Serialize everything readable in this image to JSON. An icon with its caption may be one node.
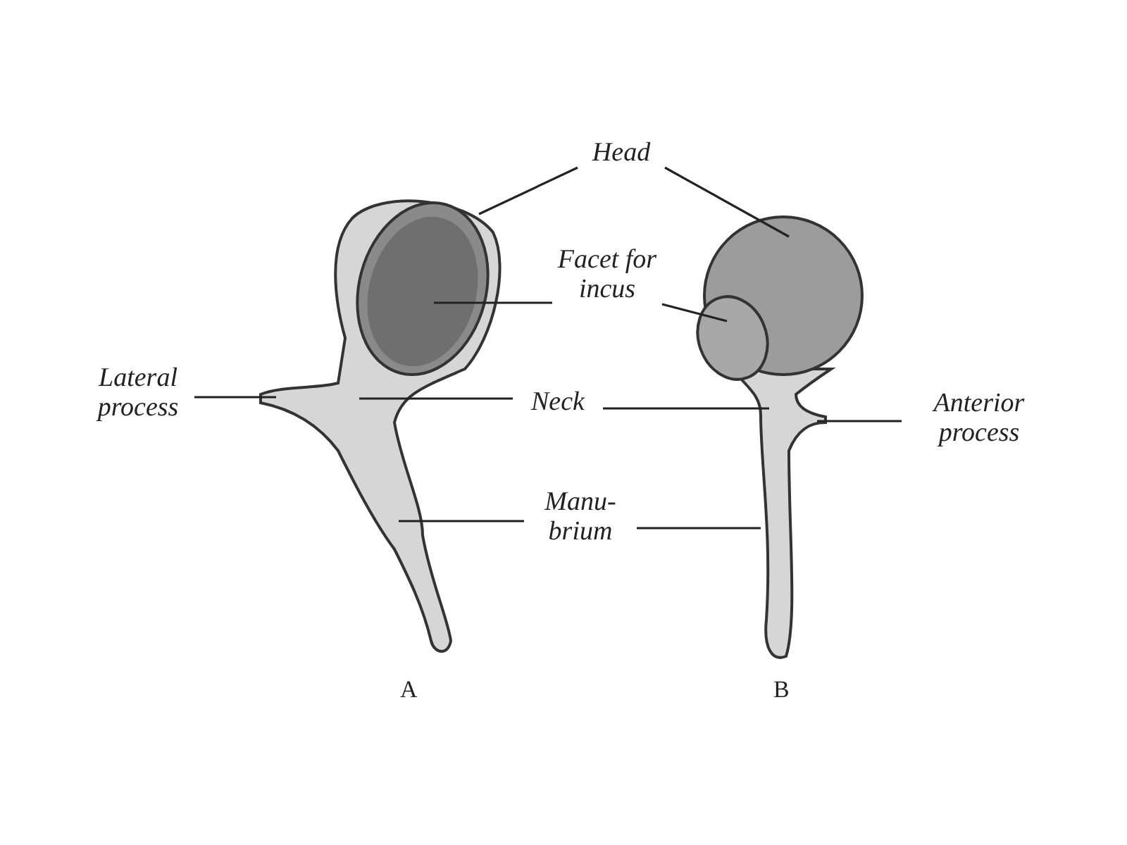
{
  "diagram": {
    "nodes": [
      {
        "text": [
          "Head"
        ]
      },
      {
        "text": [
          "Facet for incus"
        ]
      },
      {
        "text": [
          "Lateral process"
        ]
      },
      {
        "text": [
          "Neck"
        ]
      },
      {
        "text": [
          "Anterior process"
        ]
      },
      {
        "text": [
          "Manu- brium"
        ]
      }
    ],
    "edges": [
      {
        "from": 0,
        "to": null,
        "arrow": "none"
      },
      {
        "from": 0,
        "to": null,
        "arrow": "none"
      },
      {
        "from": 1,
        "to": null,
        "arrow": "none"
      },
      {
        "from": 1,
        "to": null,
        "arrow": "none"
      },
      {
        "from": 2,
        "to": null,
        "arrow": "none"
      },
      {
        "from": 3,
        "to": null,
        "arrow": "none"
      },
      {
        "from": 3,
        "to": null,
        "arrow": "none"
      },
      {
        "from": 4,
        "to": null,
        "arrow": "none"
      },
      {
        "from": 5,
        "to": null,
        "arrow": "none"
      },
      {
        "from": 5,
        "to": null,
        "arrow": "none"
      }
    ],
    "labels": [
      "A",
      "B"
    ]
  }
}
